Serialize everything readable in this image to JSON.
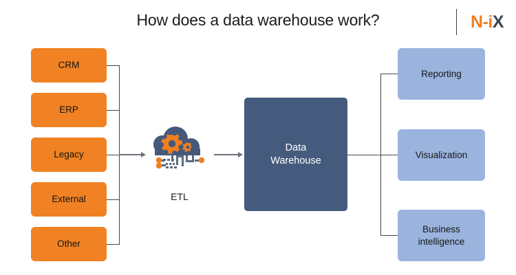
{
  "header": {
    "title": "How does a data warehouse work?",
    "logo": {
      "primary": "N-i",
      "accent": "X",
      "name": "N-iX"
    }
  },
  "diagram": {
    "sources": [
      {
        "label": "CRM"
      },
      {
        "label": "ERP"
      },
      {
        "label": "Legacy"
      },
      {
        "label": "External"
      },
      {
        "label": "Other"
      }
    ],
    "process": {
      "label": "ETL",
      "icon": "cloud-gears-circuit-icon"
    },
    "warehouse": {
      "line1": "Data",
      "line2": "Warehouse"
    },
    "outputs": [
      {
        "line1": "Reporting",
        "line2": ""
      },
      {
        "line1": "Visualization",
        "line2": ""
      },
      {
        "line1": "Business",
        "line2": "intelligence"
      }
    ]
  },
  "colors": {
    "source_orange": "#f08223",
    "output_blue": "#9bb4de",
    "warehouse_blue": "#455b7d",
    "logo_orange": "#f07f20",
    "logo_dark": "#3c4450",
    "connector": "#3f4650",
    "arrow": "#6b717c"
  }
}
